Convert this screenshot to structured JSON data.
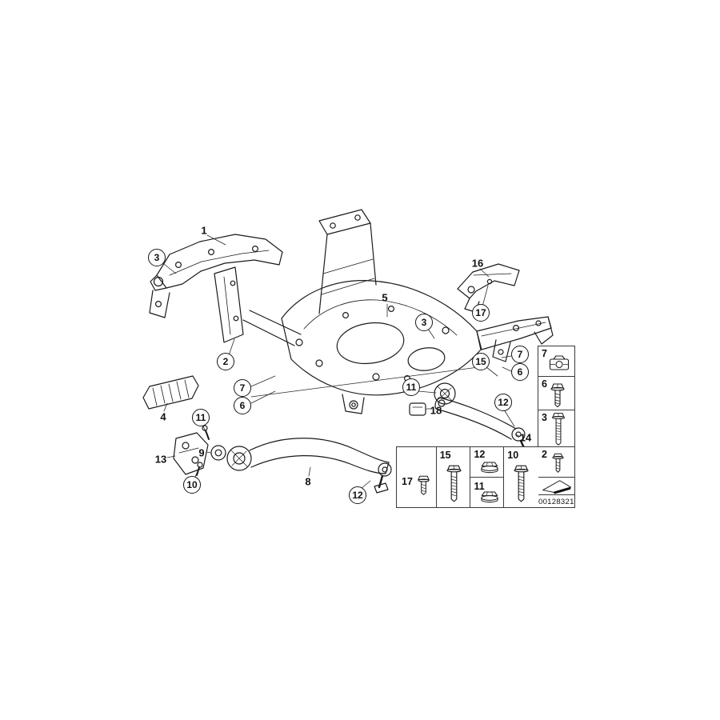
{
  "diagram": {
    "callouts": [
      {
        "label": "1",
        "style": "plain"
      },
      {
        "label": "3",
        "style": "circled"
      },
      {
        "label": "2",
        "style": "circled"
      },
      {
        "label": "7",
        "style": "circled"
      },
      {
        "label": "6",
        "style": "circled"
      },
      {
        "label": "5",
        "style": "plain"
      },
      {
        "label": "3",
        "style": "circled"
      },
      {
        "label": "16",
        "style": "plain"
      },
      {
        "label": "17",
        "style": "circled"
      },
      {
        "label": "15",
        "style": "circled"
      },
      {
        "label": "7",
        "style": "circled"
      },
      {
        "label": "6",
        "style": "circled"
      },
      {
        "label": "12",
        "style": "circled"
      },
      {
        "label": "11",
        "style": "circled"
      },
      {
        "label": "18",
        "style": "plain"
      },
      {
        "label": "14",
        "style": "plain"
      },
      {
        "label": "11",
        "style": "circled"
      },
      {
        "label": "4",
        "style": "plain"
      },
      {
        "label": "13",
        "style": "plain"
      },
      {
        "label": "9",
        "style": "plain"
      },
      {
        "label": "10",
        "style": "circled"
      },
      {
        "label": "8",
        "style": "plain"
      },
      {
        "label": "12",
        "style": "circled"
      }
    ],
    "right_panel": {
      "items": [
        {
          "label": "7",
          "icon": "cage-nut"
        },
        {
          "label": "6",
          "icon": "hex-bolt-short"
        },
        {
          "label": "3",
          "icon": "hex-bolt-long"
        },
        {
          "label": "2",
          "icon": "screw-small"
        }
      ]
    },
    "bottom_panel": {
      "items": [
        {
          "label": "17",
          "icon": "hex-bolt-small"
        },
        {
          "label": "15",
          "icon": "hex-bolt-long"
        },
        {
          "label": "12",
          "icon": "flange-nut"
        },
        {
          "label": "11",
          "icon": "flange-nut"
        },
        {
          "label": "10",
          "icon": "hex-bolt-long"
        }
      ]
    },
    "footer": {
      "plate_number": "00128321"
    },
    "colors": {
      "line": "#1b1b1b",
      "background": "#ffffff"
    }
  }
}
